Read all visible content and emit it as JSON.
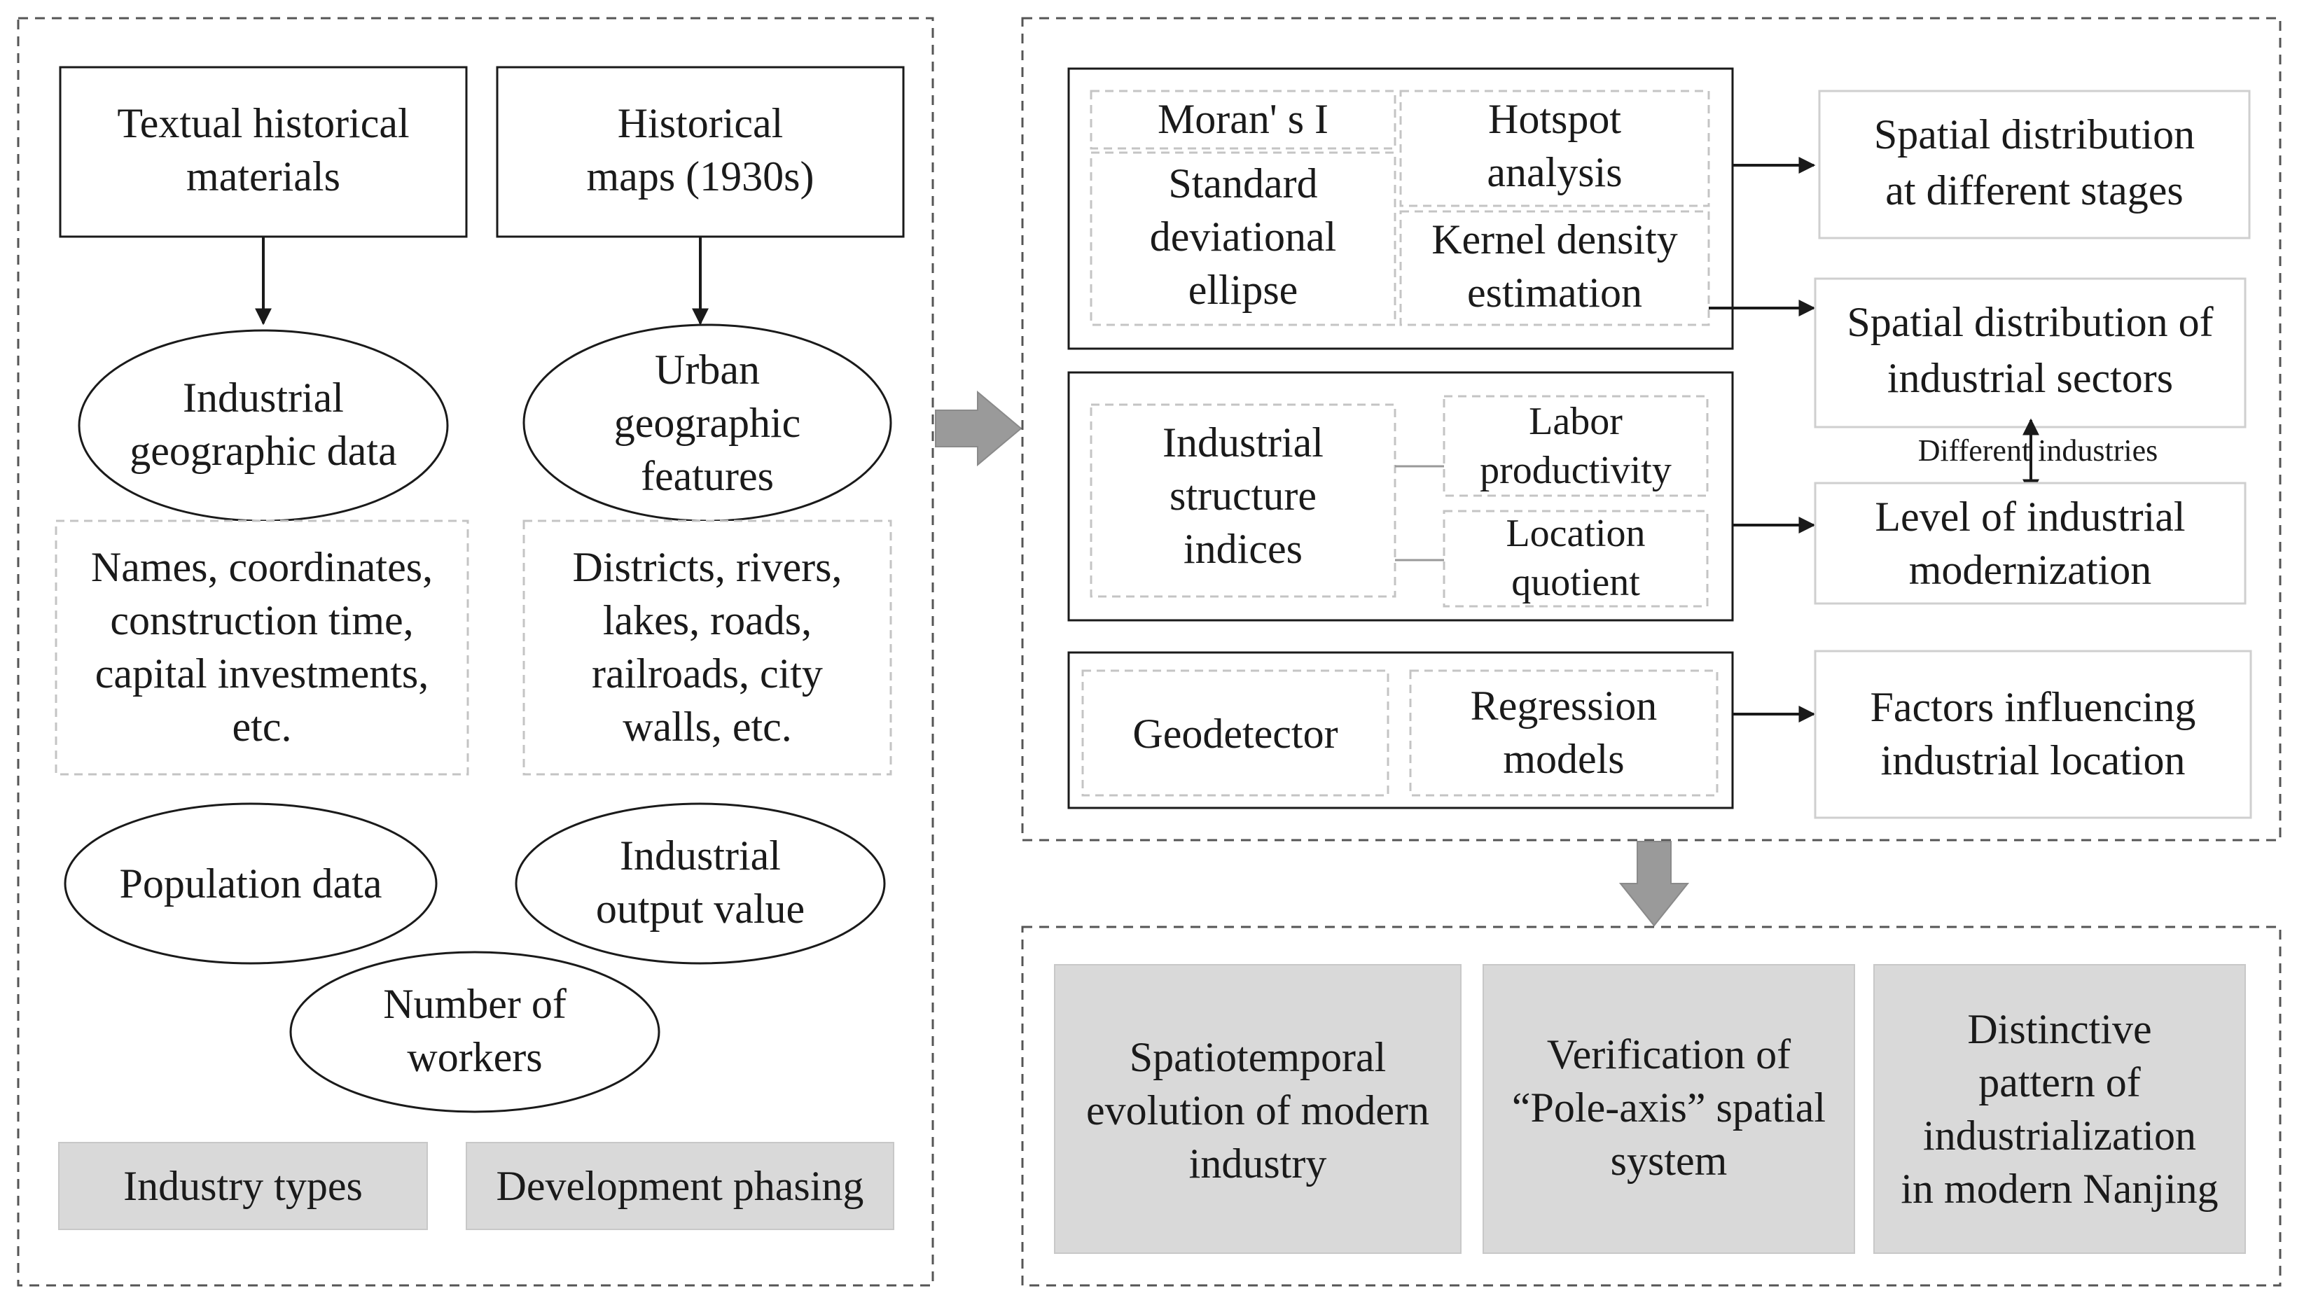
{
  "left_panel": {
    "source_textual": [
      "Textual historical",
      "materials"
    ],
    "source_maps": [
      "Historical",
      "maps (1930s)"
    ],
    "industrial_geo_data": [
      "Industrial",
      "geographic data"
    ],
    "urban_geo_features": [
      "Urban",
      "geographic",
      "features"
    ],
    "industrial_details": [
      "Names, coordinates,",
      "construction time,",
      "capital investments,",
      "etc."
    ],
    "urban_details": [
      "Districts, rivers,",
      "lakes, roads,",
      "railroads,  city",
      "walls, etc."
    ],
    "population_data": "Population data",
    "industrial_output": [
      "Industrial",
      "output value"
    ],
    "number_of_workers": [
      "Number of",
      "workers"
    ],
    "industry_types": "Industry types",
    "development_phasing": "Development phasing"
  },
  "methods_panel": {
    "morans_i": "Moran' s I",
    "hotspot": [
      "Hotspot",
      "analysis"
    ],
    "std_ellipse": [
      "Standard",
      "deviational",
      "ellipse"
    ],
    "kernel_density": [
      "Kernel density",
      "estimation"
    ],
    "structure_indices": [
      "Industrial",
      "structure",
      "indices"
    ],
    "labor_productivity": [
      "Labor",
      "productivity"
    ],
    "location_quotient": [
      "Location",
      "quotient"
    ],
    "geodetector": "Geodetector",
    "regression": [
      "Regression",
      "models"
    ]
  },
  "outputs": {
    "spatial_stages": [
      "Spatial distribution",
      "at different stages"
    ],
    "spatial_sectors": [
      "Spatial distribution of",
      "industrial sectors"
    ],
    "different_industries": "Different industries",
    "modernization": [
      "Level of industrial",
      "modernization"
    ],
    "factors": [
      "Factors influencing",
      "industrial location"
    ]
  },
  "conclusions": {
    "spatiotemporal": [
      "Spatiotemporal",
      "evolution of  modern",
      "industry"
    ],
    "pole_axis": [
      "Verification of",
      "“Pole-axis” spatial",
      "system"
    ],
    "distinctive": [
      "Distinctive",
      "pattern of",
      "industrialization",
      "in modern Nanjing"
    ]
  }
}
